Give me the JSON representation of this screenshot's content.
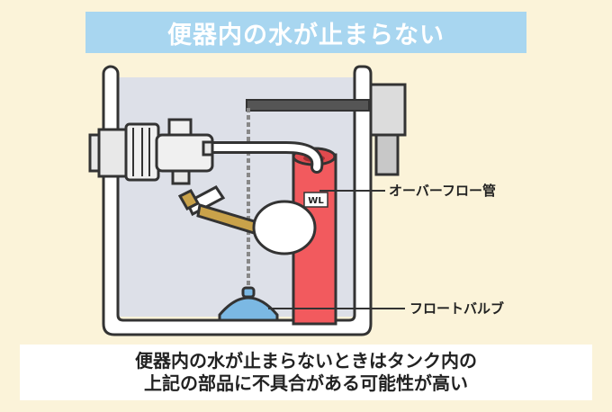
{
  "title": "便器内の水が止まらない",
  "labels": {
    "overflow_pipe": "オーバーフロー管",
    "water_level_mark": "WL",
    "float_valve": "フロートバルブ"
  },
  "caption": {
    "line1": "便器内の水が止まらないときはタンク内の",
    "line2": "上記の部品に不具合がある可能性が高い"
  },
  "colors": {
    "background": "#FBF3D9",
    "banner": "#A8D6F0",
    "tank_water": "#DDE0E8",
    "overflow_pipe": "#F25A5E",
    "float_valve": "#7BB8E3",
    "float_ball": "#FFFFFF",
    "float_arm": "#C9A24A",
    "outline": "#333333"
  }
}
